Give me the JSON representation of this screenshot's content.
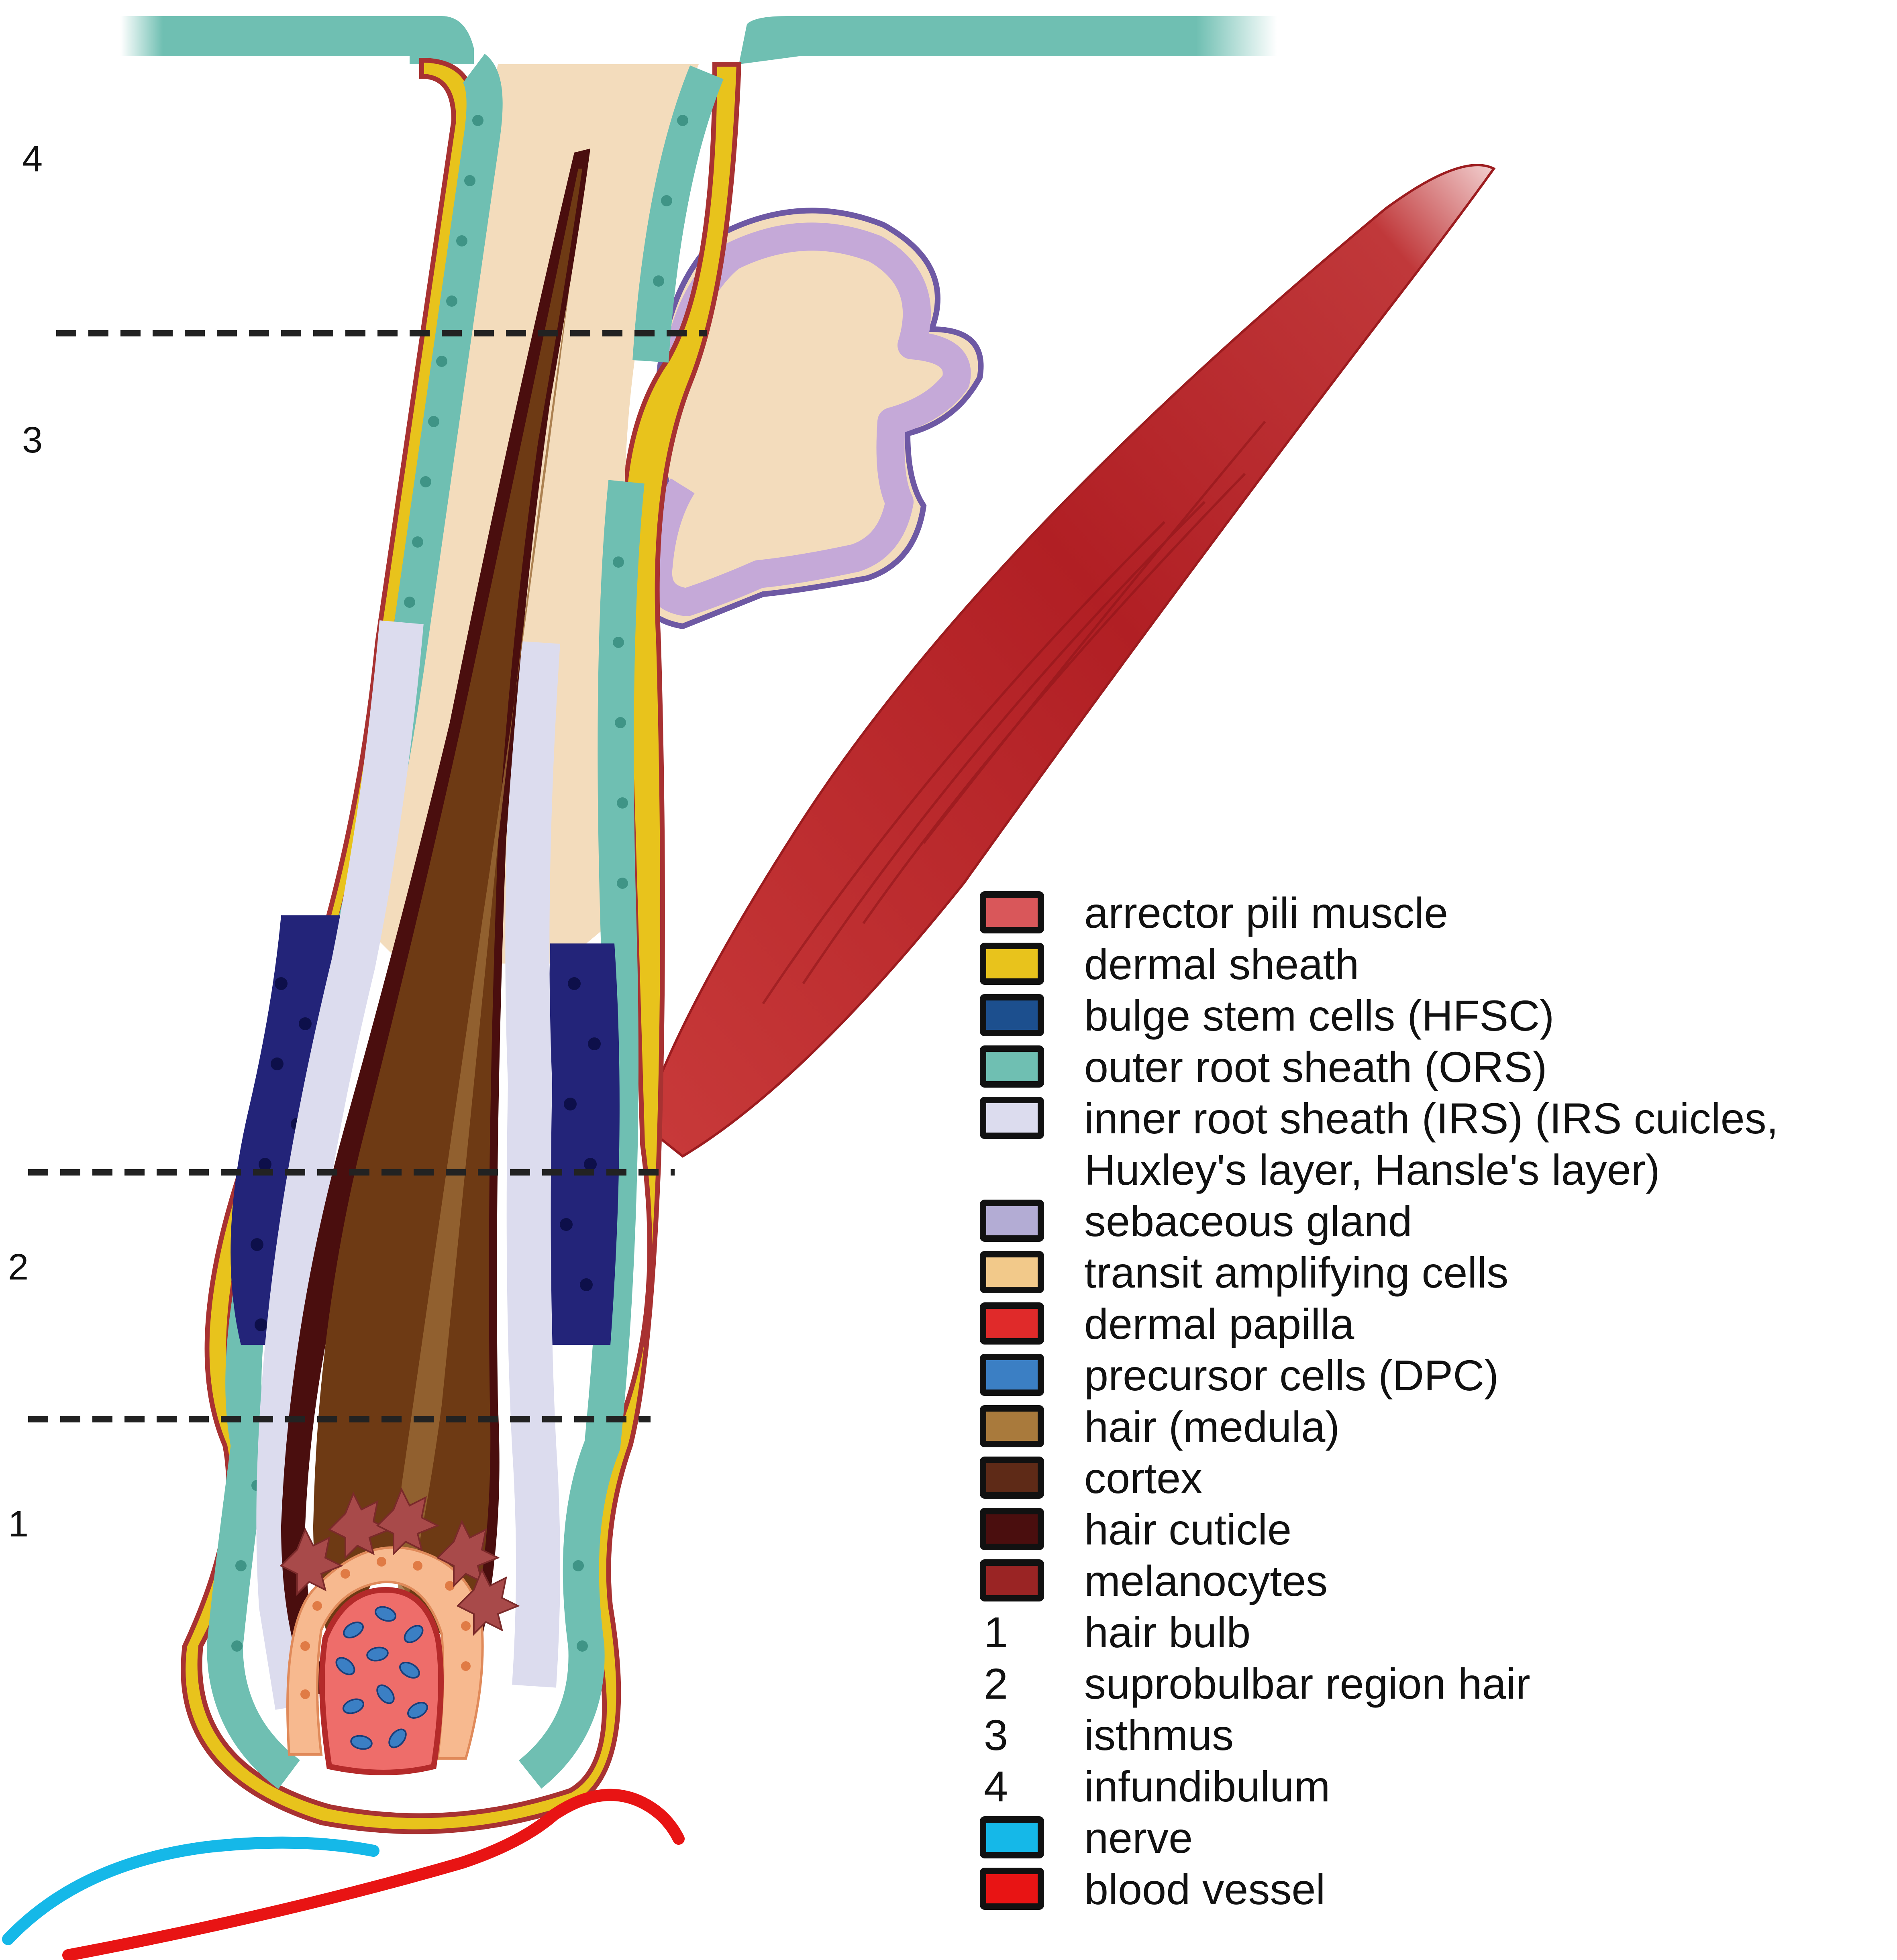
{
  "regions": [
    {
      "id": "region-4",
      "label": "4"
    },
    {
      "id": "region-3",
      "label": "3"
    },
    {
      "id": "region-2",
      "label": "2"
    },
    {
      "id": "region-1",
      "label": "1"
    }
  ],
  "legend": [
    {
      "kind": "swatch",
      "color": "#d9575a",
      "label": "arrector pili muscle"
    },
    {
      "kind": "swatch",
      "color": "#e8c31c",
      "label": "dermal sheath"
    },
    {
      "kind": "swatch",
      "color": "#1c4f8e",
      "label": "bulge stem cells (HFSC)"
    },
    {
      "kind": "swatch",
      "color": "#6fbfb2",
      "label": "outer root sheath (ORS)"
    },
    {
      "kind": "swatch",
      "color": "#dcdcee",
      "label": "inner root sheath (IRS) (IRS cuicles,\nHuxley's layer, Hansle's layer)"
    },
    {
      "kind": "swatch",
      "color": "#b3acd4",
      "label": "sebaceous gland"
    },
    {
      "kind": "swatch",
      "color": "#f2c98a",
      "label": "transit amplifying cells"
    },
    {
      "kind": "swatch",
      "color": "#e02a2a",
      "label": "dermal papilla"
    },
    {
      "kind": "swatch",
      "color": "#3b7fc4",
      "label": "precursor cells (DPC)"
    },
    {
      "kind": "swatch",
      "color": "#a97a3c",
      "label": "hair (medula)"
    },
    {
      "kind": "swatch",
      "color": "#5e2a17",
      "label": "cortex"
    },
    {
      "kind": "swatch",
      "color": "#4a0e0e",
      "label": "hair cuticle"
    },
    {
      "kind": "swatch",
      "color": "#9a2424",
      "label": "melanocytes"
    },
    {
      "kind": "number",
      "num": "1",
      "label": "hair bulb"
    },
    {
      "kind": "number",
      "num": "2",
      "label": "suprobulbar region hair"
    },
    {
      "kind": "number",
      "num": "3",
      "label": "isthmus"
    },
    {
      "kind": "number",
      "num": "4",
      "label": "infundibulum"
    },
    {
      "kind": "swatch",
      "color": "#15b8e8",
      "label": "nerve"
    },
    {
      "kind": "swatch",
      "color": "#e81414",
      "label": "blood vessel"
    }
  ]
}
